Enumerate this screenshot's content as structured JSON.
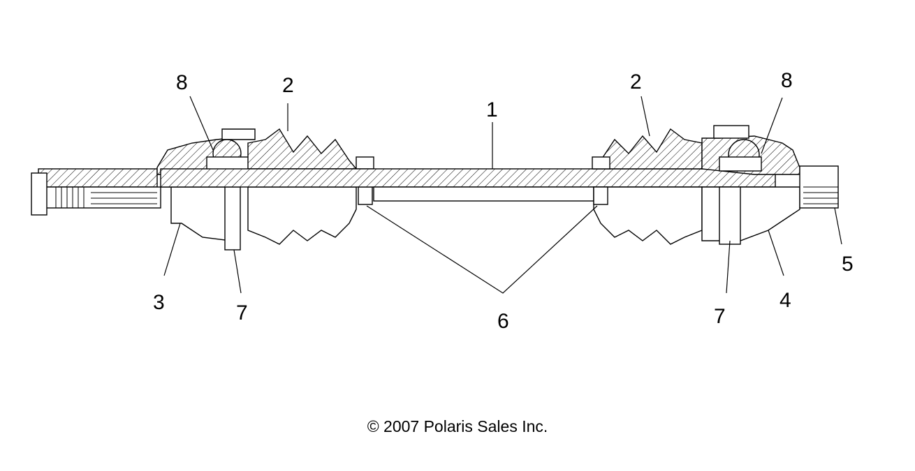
{
  "callouts": [
    {
      "id": "1",
      "label": "1"
    },
    {
      "id": "2a",
      "label": "2"
    },
    {
      "id": "2b",
      "label": "2"
    },
    {
      "id": "3",
      "label": "3"
    },
    {
      "id": "4",
      "label": "4"
    },
    {
      "id": "5",
      "label": "5"
    },
    {
      "id": "6",
      "label": "6"
    },
    {
      "id": "7a",
      "label": "7"
    },
    {
      "id": "7b",
      "label": "7"
    },
    {
      "id": "8a",
      "label": "8"
    },
    {
      "id": "8b",
      "label": "8"
    }
  ],
  "footer": {
    "copyright": "© 2007 Polaris Sales Inc."
  }
}
